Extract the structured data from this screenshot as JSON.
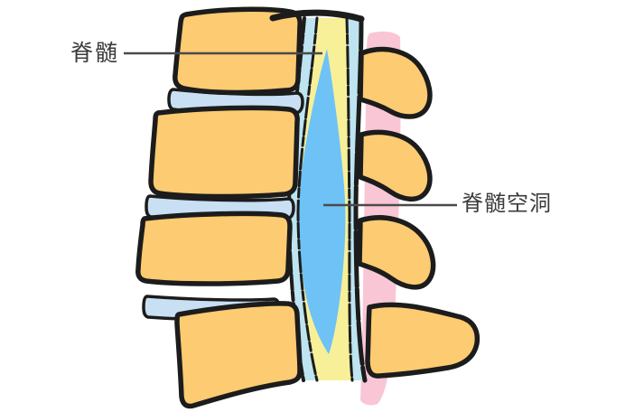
{
  "figure": {
    "vertebra_count": 4,
    "disc_count": 3,
    "spinous_process_count": 4
  },
  "labels": {
    "spinal_cord": "脊髄",
    "syrinx": "脊髄空洞"
  },
  "colors": {
    "background": "#ffffff",
    "bone": "#fccb72",
    "disc": "#c9dff4",
    "csf": "#bde4f0",
    "cord": "#f7f098",
    "cavity": "#6ec2f6",
    "ligament": "#f9c6d6",
    "outline": "#1c1c1c",
    "text": "#3b3b3b",
    "leader_line": "#4a4a4a"
  }
}
